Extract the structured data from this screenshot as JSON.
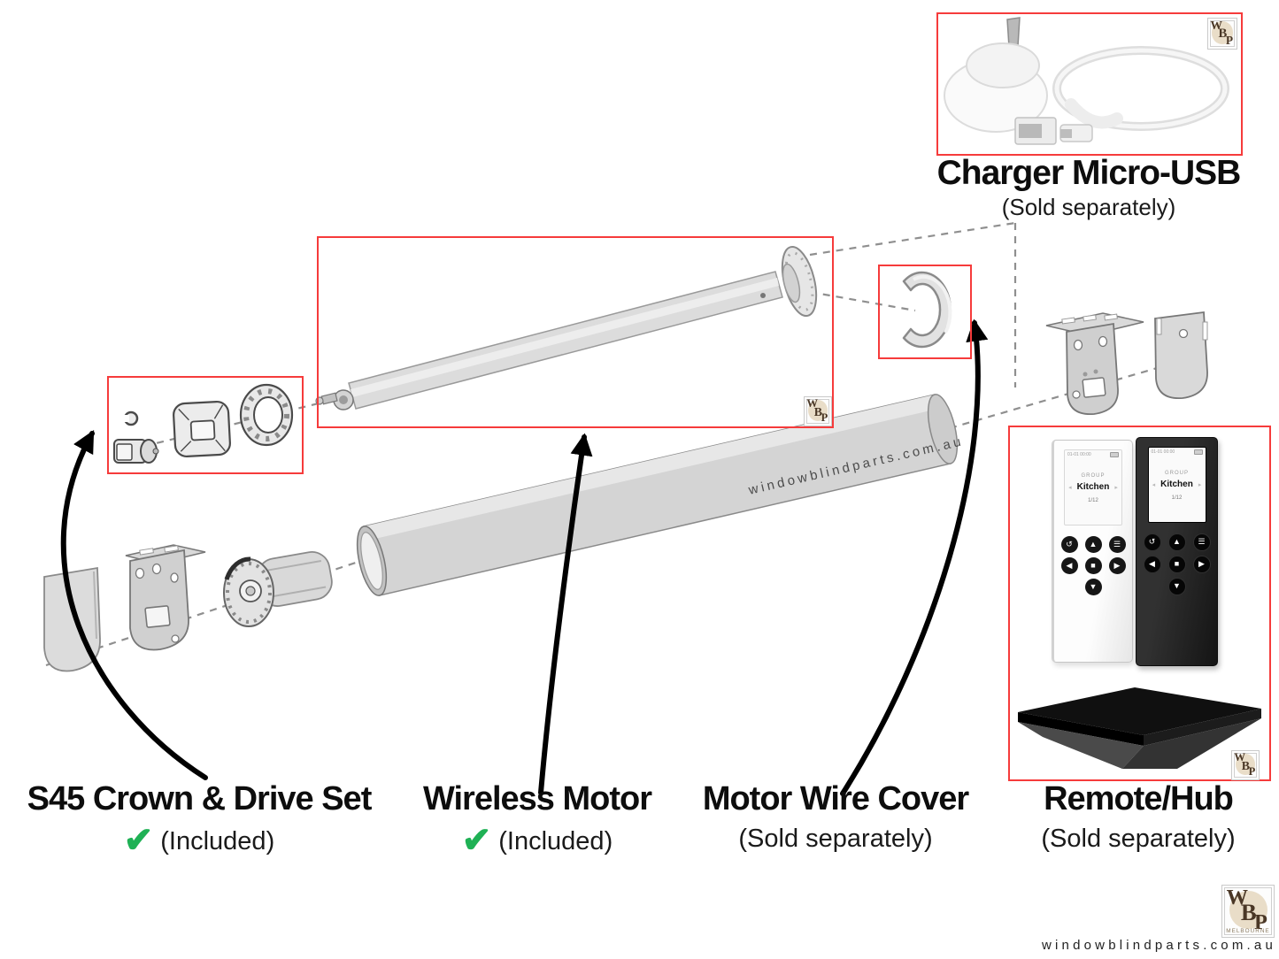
{
  "colors": {
    "highlight_red": "#f63b3b",
    "check_green": "#1fb155",
    "dash_gray": "#8f8f8f",
    "arrow_black": "#000000"
  },
  "charger": {
    "title": "Charger Micro-USB",
    "availability": "(Sold separately)"
  },
  "labels": {
    "crown": {
      "title": "S45 Crown & Drive Set",
      "availability": "(Included)"
    },
    "motor": {
      "title": "Wireless Motor",
      "availability": "(Included)"
    },
    "wire_cover": {
      "title": "Motor Wire Cover",
      "availability": "(Sold separately)"
    },
    "remote_hub": {
      "title": "Remote/Hub",
      "availability": "(Sold separately)"
    }
  },
  "icons": {
    "check": "✔"
  },
  "remote_ui": {
    "status": "01-01 00:00",
    "group_label": "GROUP",
    "group_value": "Kitchen",
    "group_index": "1/12",
    "prev": "◂",
    "next": "▸",
    "buttons": [
      {
        "name": "back",
        "glyph": "↺"
      },
      {
        "name": "up",
        "glyph": "▲"
      },
      {
        "name": "menu",
        "glyph": "☰"
      },
      {
        "name": "left",
        "glyph": "◀"
      },
      {
        "name": "stop",
        "glyph": "■"
      },
      {
        "name": "right",
        "glyph": "▶"
      },
      {
        "name": "down",
        "glyph": "▼"
      }
    ]
  },
  "watermarks": {
    "tube": "windowblindparts.com.au",
    "footer": "windowblindparts.com.au"
  },
  "brand_logo": {
    "w": "W",
    "b": "B",
    "p": "P",
    "tagline": "MELBOURNE"
  }
}
